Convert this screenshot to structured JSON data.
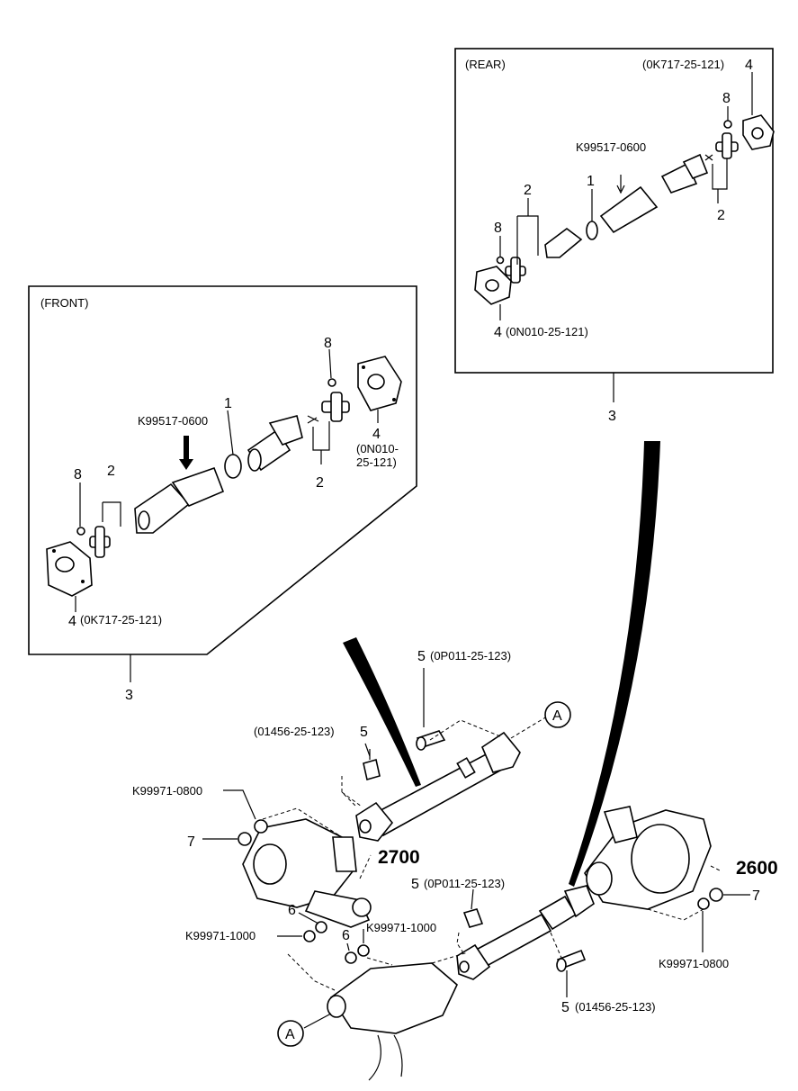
{
  "front": {
    "title": "(FRONT)",
    "callout": "3",
    "part_1": "1",
    "part_2a": "2",
    "part_2b": "2",
    "part_4_left": "4",
    "part_4_left_code": "(0K717-25-121)",
    "part_4_right": "4",
    "part_4_right_code_line1": "(0N010-",
    "part_4_right_code_line2": "25-121)",
    "part_8a": "8",
    "part_8b": "8",
    "grease_fitting": "K99517-0600"
  },
  "rear": {
    "title": "(REAR)",
    "callout": "3",
    "part_1": "1",
    "part_2a": "2",
    "part_2b": "2",
    "part_4_top": "4",
    "part_4_top_code": "(0K717-25-121)",
    "part_4_bottom": "4",
    "part_4_bottom_code": "(0N010-25-121)",
    "part_8a": "8",
    "part_8b": "8",
    "grease_fitting": "K99517-0600"
  },
  "assembly": {
    "bolt_5_top": "5",
    "bolt_5_top_code": "(0P011-25-123)",
    "bolt_5_left": "5",
    "bolt_5_left_code": "(01456-25-123)",
    "bolt_5_mid": "5",
    "bolt_5_mid_code": "(0P011-25-123)",
    "bolt_5_bottom": "5",
    "bolt_5_bottom_code": "(01456-25-123)",
    "nut_k0800_left": "K99971-0800",
    "nut_k0800_right": "K99971-0800",
    "nut_k1000_left": "K99971-1000",
    "nut_k1000_mid": "K99971-1000",
    "part_7_left": "7",
    "part_7_right": "7",
    "part_6_a": "6",
    "part_6_b": "6",
    "ref_front_diff": "2700",
    "ref_rear_diff": "2600",
    "marker_a_top": "A",
    "marker_a_bottom": "A"
  }
}
